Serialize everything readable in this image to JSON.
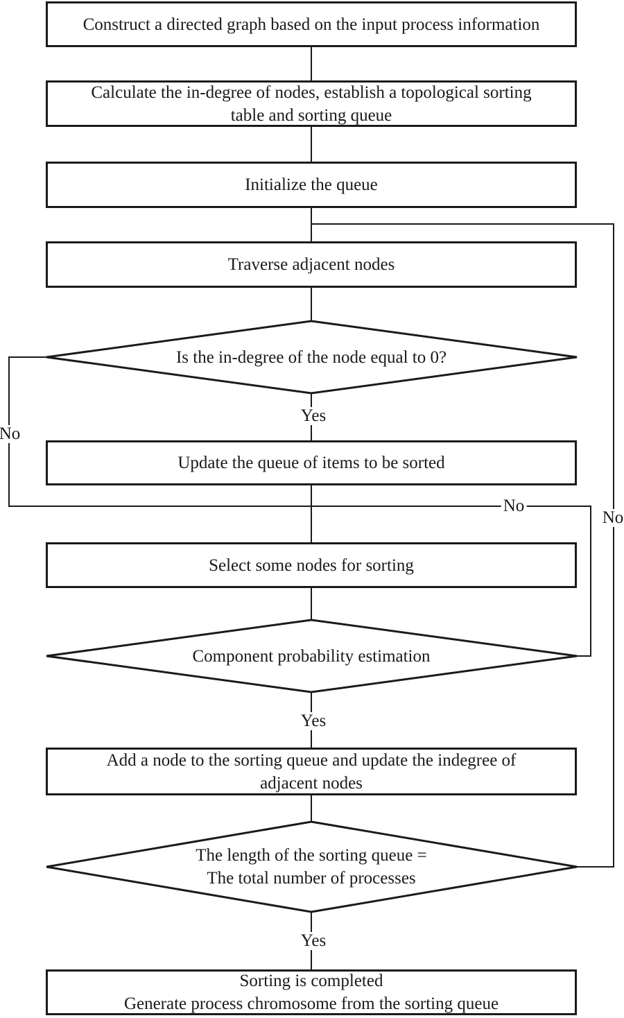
{
  "flowchart": {
    "nodes": [
      {
        "id": "construct-graph",
        "type": "process",
        "lines": [
          "Construct a directed graph based on the input process information"
        ]
      },
      {
        "id": "calculate-in-degree",
        "type": "process",
        "lines": [
          "Calculate the in-degree of nodes, establish a topological sorting",
          "table and sorting queue"
        ]
      },
      {
        "id": "initialize-queue",
        "type": "process",
        "lines": [
          "Initialize the queue"
        ]
      },
      {
        "id": "traverse-adjacent-nodes",
        "type": "process",
        "lines": [
          "Traverse adjacent nodes"
        ]
      },
      {
        "id": "in-degree-zero",
        "type": "decision",
        "lines": [
          "Is the in-degree of the node equal to 0?"
        ]
      },
      {
        "id": "update-queue",
        "type": "process",
        "lines": [
          "Update the queue of items to be sorted"
        ]
      },
      {
        "id": "select-nodes",
        "type": "process",
        "lines": [
          "Select some nodes for sorting"
        ]
      },
      {
        "id": "component-probability",
        "type": "decision",
        "lines": [
          "Component probability estimation"
        ]
      },
      {
        "id": "add-node",
        "type": "process",
        "lines": [
          "Add a node to the sorting queue and update the indegree of",
          "adjacent nodes"
        ]
      },
      {
        "id": "queue-length",
        "type": "decision",
        "lines": [
          "The length of the sorting queue =",
          "The total number of processes"
        ]
      },
      {
        "id": "sorting-completed",
        "type": "process",
        "lines": [
          "Sorting is completed",
          "Generate process chromosome from the sorting queue"
        ]
      }
    ],
    "edge_labels": {
      "in_degree_yes": "Yes",
      "in_degree_no": "No",
      "probability_yes": "Yes",
      "probability_no": "No",
      "length_yes": "Yes",
      "length_no": "No"
    },
    "colors": {
      "line": "#1a1a1a",
      "text": "#1a1a1a",
      "background": "#ffffff"
    }
  }
}
